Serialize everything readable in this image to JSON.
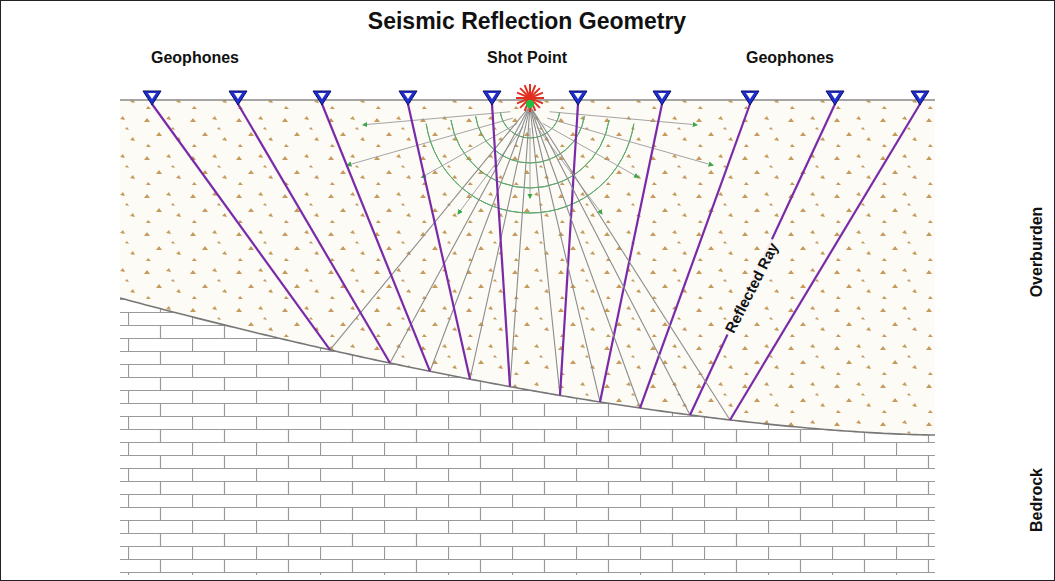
{
  "diagram": {
    "title": "Seismic Reflection Geometry",
    "labels": [
      "Geophones",
      "Shot Point",
      "Geophones",
      "Reflected Ray",
      "Overburden",
      "Bedrock"
    ]
  }
}
